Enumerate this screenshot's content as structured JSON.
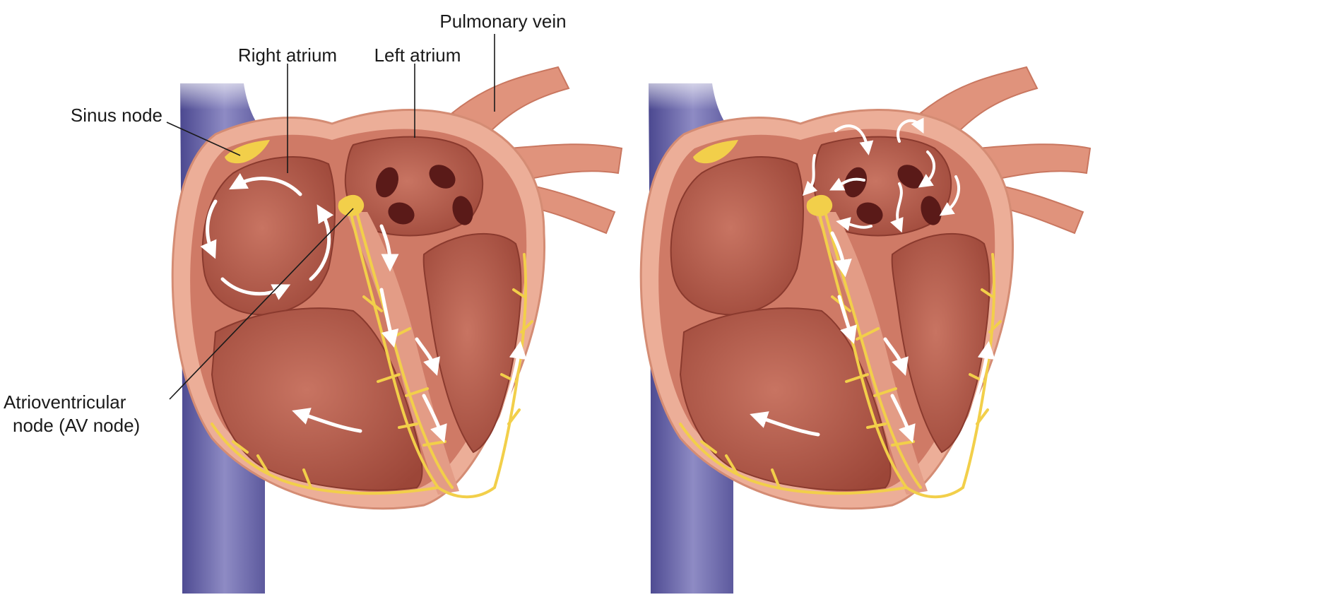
{
  "labels": {
    "pulmonary_vein": "Pulmonary vein",
    "right_atrium": "Right atrium",
    "left_atrium": "Left atrium",
    "sinus_node": "Sinus node",
    "av_node_line1": "Atrioventricular",
    "av_node_line2": "node (AV node)"
  },
  "colors": {
    "vena_cava": "#6e6aa8",
    "outer_wall": "#e9a48e",
    "muscle": "#c4695a",
    "chamber": "#b85a4a",
    "chamber_dark": "#8e3a30",
    "conduction": "#f2cf4a",
    "arrow": "#ffffff",
    "vein_hole": "#5a1a18"
  }
}
